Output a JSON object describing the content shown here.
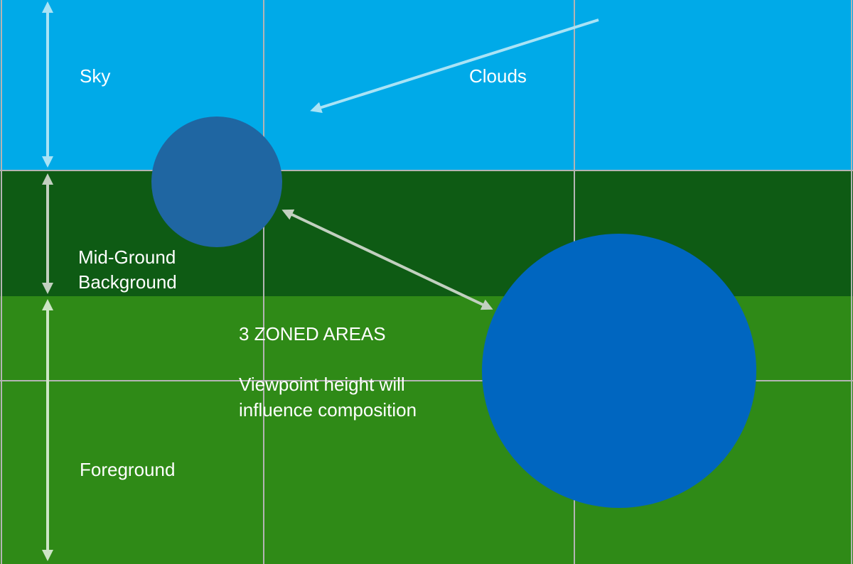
{
  "colors": {
    "sky": "#00AAE8",
    "mid_ground": "#0E5B14",
    "foreground": "#2F8A17",
    "grid": "#B4B4B4",
    "small_circle": "#1F66A2",
    "large_circle": "#0066C0",
    "sky_arrow": "#A9E3F6",
    "mid_arrow": "#C2D0C0",
    "fore_arrow": "#CDE5C6"
  },
  "labels": {
    "sky": "Sky",
    "clouds": "Clouds",
    "mid_ground_line1": "Mid-Ground",
    "mid_ground_line2": "Background",
    "zoned_areas": "3 ZONED AREAS",
    "viewpoint_line1": "Viewpoint height will",
    "viewpoint_line2": "influence composition",
    "foreground": "Foreground"
  }
}
